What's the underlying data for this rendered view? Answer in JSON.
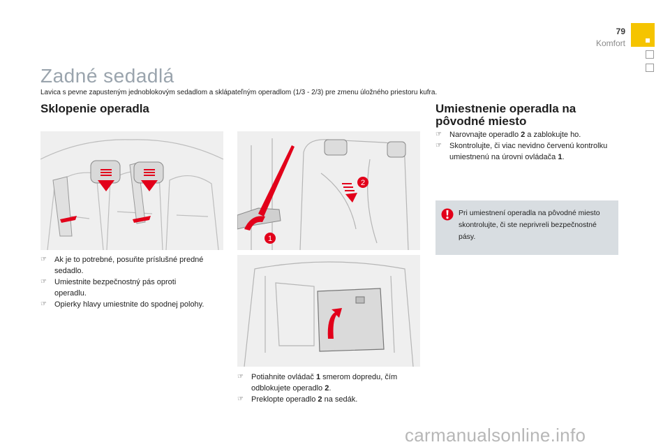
{
  "header": {
    "page_number": "79",
    "section": "Komfort",
    "accent_color": "#f5c400"
  },
  "title": "Zadné sedadlá",
  "intro": "Lavica s pevne zapusteným jednoblokovým sedadlom a sklápateľným operadlom (1/3 - 2/3) pre zmenu úložného priestoru kufra.",
  "left": {
    "heading": "Sklopenie operadla",
    "steps": [
      "Ak je to potrebné, posuňte príslušné predné sedadlo.",
      "Umiestnite bezpečnostný pás oproti operadlu.",
      "Opierky hlavy umiestnite do spodnej polohy."
    ]
  },
  "middle": {
    "markers": [
      "1",
      "2"
    ],
    "steps": [
      {
        "before": "Potiahnite ovládač ",
        "bold": "1",
        "after": " smerom dopredu, čím odblokujete operadlo ",
        "bold2": "2",
        "end": "."
      },
      {
        "before": "Preklopte operadlo ",
        "bold": "2",
        "after": " na sedák.",
        "bold2": "",
        "end": ""
      }
    ]
  },
  "right": {
    "heading": "Umiestnenie operadla na pôvodné miesto",
    "steps": [
      {
        "before": "Narovnajte operadlo ",
        "bold": "2",
        "after": " a zablokujte ho."
      },
      {
        "before": "Skontrolujte, či viac nevidno červenú kontrolku umiestnenú na úrovni ovládača ",
        "bold": "1",
        "after": "."
      }
    ],
    "warning": "Pri umiestnení operadla na pôvodné miesto skontrolujte, či ste neprivreli bezpečnostné pásy.",
    "warning_color": "#d8dde1",
    "warning_icon_color": "#e2001a"
  },
  "bullet_icon": "pointing-hand-icon",
  "watermark": "carmanualsonline.info"
}
